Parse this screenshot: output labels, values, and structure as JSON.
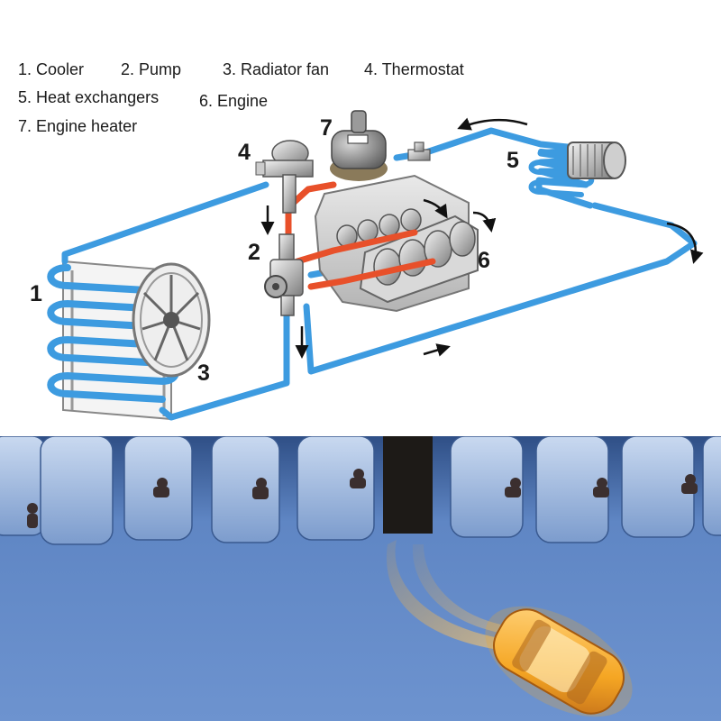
{
  "legend": {
    "cooler": "1. Cooler",
    "pump": "2. Pump",
    "radiator_fan": "3. Radiator fan",
    "thermostat": "4. Thermostat",
    "heat_exchangers": "5. Heat exchangers",
    "engine": "6. Engine",
    "engine_heater": "7. Engine heater"
  },
  "callouts": {
    "cooler": "1",
    "pump": "2",
    "radiator_fan": "3",
    "thermostat": "4",
    "heat_exchangers": "5",
    "engine": "6",
    "engine_heater": "7"
  },
  "colors": {
    "cold_line": "#3d9be0",
    "hot_line": "#e8502a",
    "arrow": "#111111",
    "snow": "#5f86c4",
    "car_glow": "#f5a623"
  },
  "icons": [
    "cooler-coil-icon",
    "pump-icon",
    "radiator-fan-icon",
    "thermostat-icon",
    "heat-exchanger-icon",
    "engine-icon",
    "engine-heater-icon",
    "blower-fan-icon",
    "flow-arrow-icon"
  ]
}
